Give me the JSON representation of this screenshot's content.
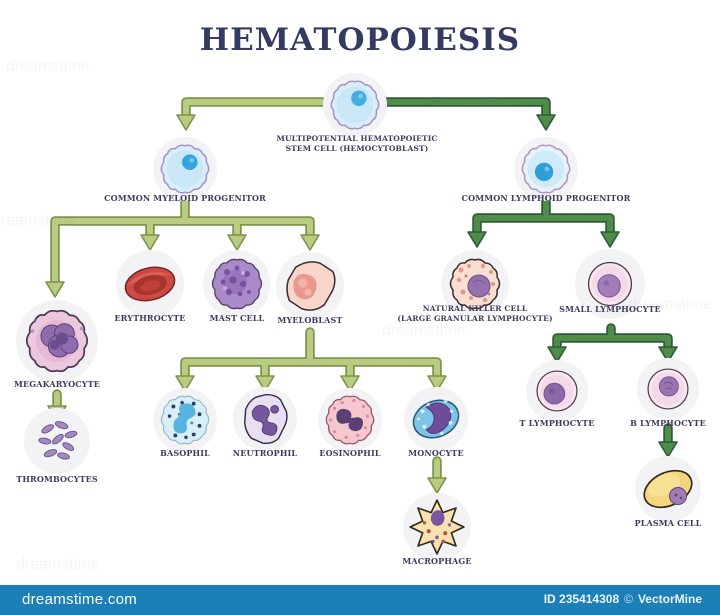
{
  "title": "HEMATOPOIESIS",
  "nodes": {
    "stem": {
      "label_line1": "MULTIPOTENTIAL HEMATOPOIETIC",
      "label_line2": "STEM CELL (HEMOCYTOBLAST)"
    },
    "myeloid_progenitor": {
      "label": "COMMON MYELOID PROGENITOR"
    },
    "lymphoid_progenitor": {
      "label": "COMMON LYMPHOID PROGENITOR"
    },
    "erythrocyte": {
      "label": "ERYTHROCYTE"
    },
    "mast_cell": {
      "label": "MAST CELL"
    },
    "myeloblast": {
      "label": "MYELOBLAST"
    },
    "megakaryocyte": {
      "label": "MEGAKARYOCYTE"
    },
    "thrombocytes": {
      "label": "THROMBOCYTES"
    },
    "basophil": {
      "label": "BASOPHIL"
    },
    "neutrophil": {
      "label": "NEUTROPHIL"
    },
    "eosinophil": {
      "label": "EOSINOPHIL"
    },
    "monocyte": {
      "label": "MONOCYTE"
    },
    "macrophage": {
      "label": "MACROPHAGE"
    },
    "natural_killer": {
      "label_line1": "NATURAL KILLER CELL",
      "label_line2": "(LARGE GRANULAR LYMPHOCYTE)"
    },
    "small_lymphocyte": {
      "label": "SMALL LYMPHOCYTE"
    },
    "t_lymphocyte": {
      "label": "T LYMPHOCYTE"
    },
    "b_lymphocyte": {
      "label": "B LYMPHOCYTE"
    },
    "plasma_cell": {
      "label": "PLASMA CELL"
    }
  },
  "watermark": {
    "text": "dreamstime"
  },
  "footer": {
    "site": "dreamstime.com",
    "image_id": "ID 235414308",
    "copyright_symbol": "©",
    "author": "VectorMine"
  },
  "colors": {
    "light_green_arrow": "#b9cc81",
    "light_green_outline": "#7e944b",
    "dark_green_arrow": "#4f8c4b",
    "dark_green_outline": "#2e5c34",
    "footer_blue": "#1c80b7",
    "text_navy": "#3c3c60"
  }
}
